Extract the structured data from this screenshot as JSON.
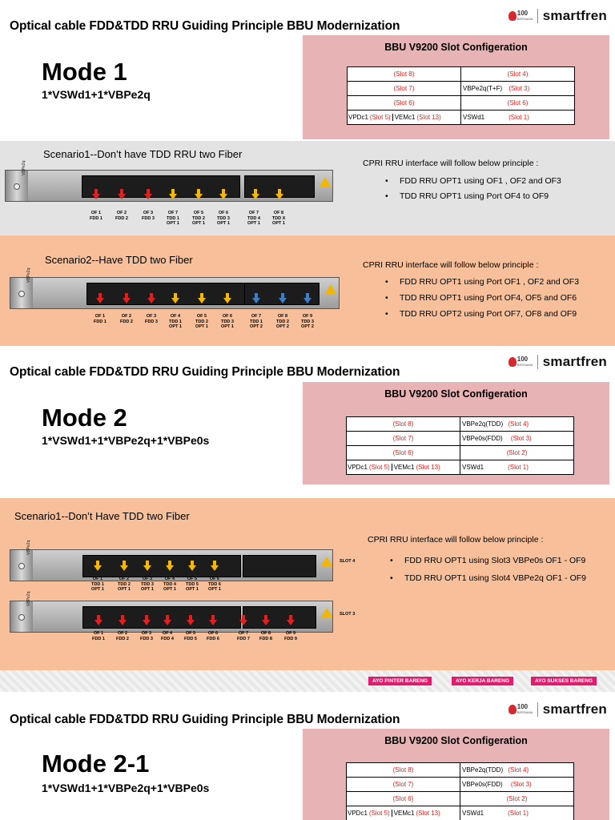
{
  "brand": {
    "name": "smartfren",
    "mark_num": "100",
    "mark_sub": "BERSAMA"
  },
  "slide_title": "Optical cable FDD&TDD RRU Guiding Principle BBU Modernization",
  "cfg_title": "BBU V9200 Slot Configeration",
  "mode1": {
    "title": "Mode 1",
    "subtitle": "1*VSWd1+1*VBPe2q",
    "table": [
      [
        "(Slot 8)",
        "(Slot 4)"
      ],
      [
        "(Slot 7)",
        "VBPe2q(T+F)",
        "(Slot 3)"
      ],
      [
        "(Slot 6)",
        "(Slot 6)"
      ],
      [
        "VPDc1",
        "(Slot 5)",
        "VEMc1",
        "(Slot 13)",
        "VSWd1",
        "(Slot 1)"
      ]
    ],
    "s1": {
      "title": "Scenario1--Don’t have TDD RRU two Fiber",
      "head": "CPRI RRU interface will follow below principle :",
      "b1": "FDD RRU OPT1 using OF1 , OF2 and OF3",
      "b2": "TDD RRU OPT1 using Port OF4 to OF9",
      "labels": [
        "OF 1\nFDD 1",
        "OF 2\nFDD 2",
        "OF 3\nFDD 3",
        "OF 7\nTDD 1\nOPT 1",
        "OF 5\nTDD 2\nOPT 1",
        "OF 6\nTDD 3\nOPT 1",
        "OF 7\nTDD 4\nOPT 1",
        "OF 8\nTDD X\nOPT 1"
      ]
    },
    "s2": {
      "title": "Scenario2--Have TDD two Fiber",
      "head": "CPRI RRU interface will follow below principle :",
      "b1": "FDD RRU OPT1 using Port OF1 , OF2 and OF3",
      "b2": "TDD RRU OPT1 using Port OF4, OF5 and OF6",
      "b3": "TDD RRU OPT2 using Port OF7, OF8 and OF9",
      "labels": [
        "OF 1\nFDD 1",
        "OF 2\nFDD 2",
        "OF 3\nFDD 3",
        "OF 4\nTDD 1\nOPT 1",
        "OF 5\nTDD 2\nOPT 1",
        "OF 6\nTDD 3\nOPT 1",
        "OF 7\nTDD 1\nOPT 2",
        "OF 8\nTDD 2\nOPT 2",
        "OF 9\nTDD 3\nOPT 2"
      ]
    }
  },
  "mode2": {
    "title": "Mode 2",
    "subtitle": "1*VSWd1+1*VBPe2q+1*VBPe0s",
    "table": [
      [
        "(Slot 8)",
        "VBPe2q(TDD)",
        "(Slot 4)"
      ],
      [
        "(Slot 7)",
        "VBPe0s(FDD)",
        "(Slot 3)"
      ],
      [
        "(Slot 6)",
        "(Slot 2)"
      ],
      [
        "VPDc1",
        "(Slot 5)",
        "VEMc1",
        "(Slot 13)",
        "VSWd1",
        "(Slot 1)"
      ]
    ],
    "s1": {
      "title": "Scenario1--Don’t Have TDD two Fiber",
      "head": "CPRI RRU interface will follow below principle :",
      "b1": "FDD RRU OPT1 using Slot3 VBPe0s OF1 - OF9",
      "b2": "TDD RRU OPT1  using Slot4 VBPe2q OF1 - OF9",
      "slot4": "SLOT 4",
      "slot3": "SLOT 3",
      "labels_top": [
        "OF 1\nTDD 1\nOPT 1",
        "OF 2\nTDD 2\nOPT 1",
        "OF 3\nTDD 3\nOPT 1",
        "OF 4\nTDD 4\nOPT 1",
        "OF 5\nTDD 5\nOPT 1",
        "OF 6\nTDD 6\nOPT 1"
      ],
      "labels_bot": [
        "OF 1\nFDD 1",
        "OF 2\nFDD 2",
        "OF 3\nFDD 3",
        "OF 4\nFDD 4",
        "OF 5\nFDD 5",
        "OF 6\nFDD 6",
        "OF 7\nFDD 7",
        "OF 8\nFDD 8",
        "OF 9\nFDD 9"
      ]
    },
    "tags": [
      "AYO PINTER BARENG",
      "AYO KERJA BARENG",
      "AYO SUKSES BARENG"
    ]
  },
  "mode21": {
    "title": "Mode 2-1",
    "subtitle": "1*VSWd1+1*VBPe2q+1*VBPe0s",
    "table": [
      [
        "(Slot 8)",
        "VBPe2q(TDD)",
        "(Slot 4)"
      ],
      [
        "(Slot 7)",
        "VBPe0s(FDD)",
        "(Slot 3)"
      ],
      [
        "(Slot 6)",
        "(Slot 2)"
      ],
      [
        "VPDc1",
        "(Slot 5)",
        "VEMc1",
        "(Slot 13)",
        "VSWd1",
        "(Slot 1)"
      ]
    ]
  },
  "board_label": "VBPe2q"
}
